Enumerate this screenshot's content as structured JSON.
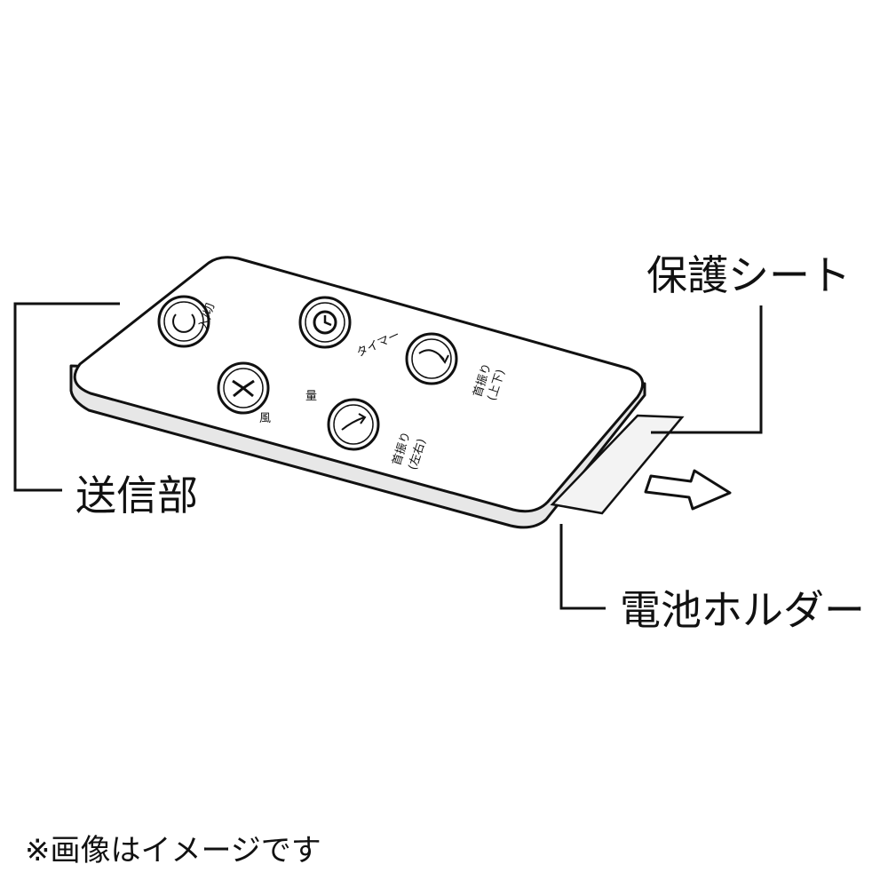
{
  "callouts": {
    "protective_sheet": "保護シート",
    "transmitter": "送信部",
    "battery_holder": "電池ホルダー"
  },
  "buttons": {
    "power": "入/切",
    "timer": "タイマー",
    "fan_speed_1": "風",
    "fan_speed_2": "量",
    "swing_vertical_1": "首振り",
    "swing_vertical_2": "(上下)",
    "swing_horizontal_1": "首振り",
    "swing_horizontal_2": "(左右)"
  },
  "footnote": "※画像はイメージです"
}
